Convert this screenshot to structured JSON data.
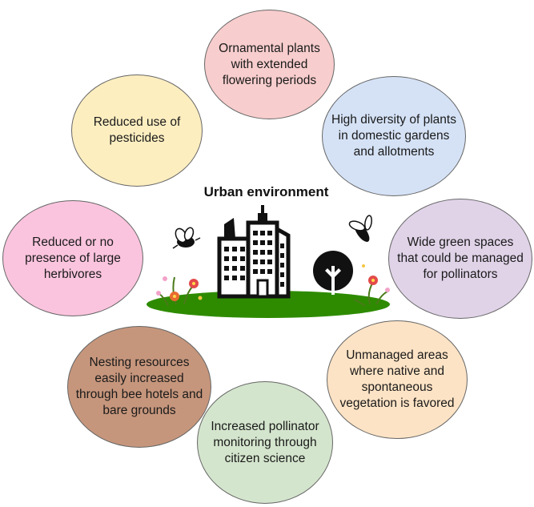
{
  "title": "Urban environment",
  "circles": {
    "top": "Ornamental plants with extended flowering periods",
    "upper_left": "Reduced use of pesticides",
    "upper_right": "High diversity of plants in domestic gardens and allotments",
    "left": "Reduced or no presence of large herbivores",
    "right": "Wide green spaces that could be managed for pollinators",
    "lower_left": "Nesting resources easily increased through bee hotels and bare grounds",
    "lower_right": "Unmanaged areas where native and spontaneous vegetation is favored",
    "bottom": "Increased pollinator monitoring through citizen science"
  },
  "colors": {
    "top": "#f8cdcd",
    "upper_left": "#fdeec0",
    "upper_right": "#d5e2f6",
    "left": "#fbc4de",
    "right": "#e0d3e8",
    "lower_left": "#c6967c",
    "lower_right": "#fde3c5",
    "bottom": "#d4e5cd",
    "grass": "#2e8b00"
  }
}
